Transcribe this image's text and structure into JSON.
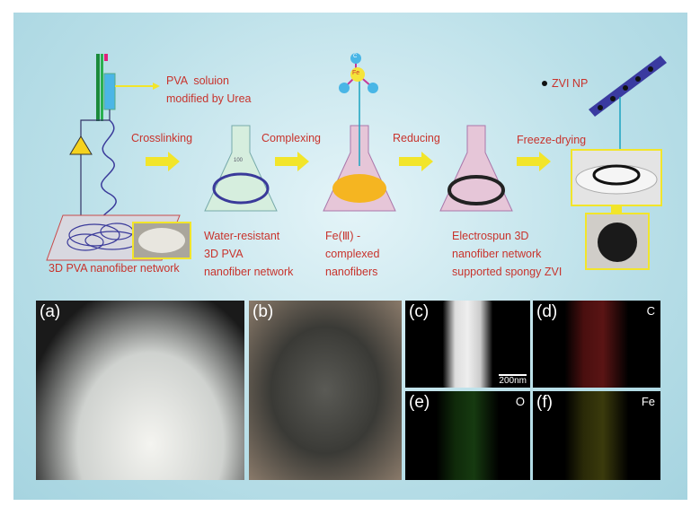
{
  "top": {
    "pva_solution": "PVA  soluion\nmodified by Urea",
    "step1": "Crosslinking",
    "step2": "Complexing",
    "step3": "Reducing",
    "step4": "Freeze-drying",
    "cap1": "3D PVA nanofiber network",
    "cap2": "Water-resistant\n3D PVA\nnanofiber network",
    "cap3": "Fe(Ⅲ) -\ncomplexed\nnanofibers",
    "cap4": "Electrospun 3D\nnanofiber network\nsupported spongy ZVI",
    "zvi_legend": "ZVI NP",
    "fe": "Fe",
    "c": "C",
    "flask_mark": "100"
  },
  "panels": [
    {
      "label": "(a)"
    },
    {
      "label": "(b)"
    },
    {
      "label": "(c)",
      "scale": "200nm"
    },
    {
      "label": "(d)",
      "element": "C"
    },
    {
      "label": "(e)",
      "element": "O"
    },
    {
      "label": "(f)",
      "element": "Fe"
    }
  ],
  "colors": {
    "text": "#c8332c",
    "arrow": "#f2e52a",
    "fiber": "#3a3a9a"
  }
}
